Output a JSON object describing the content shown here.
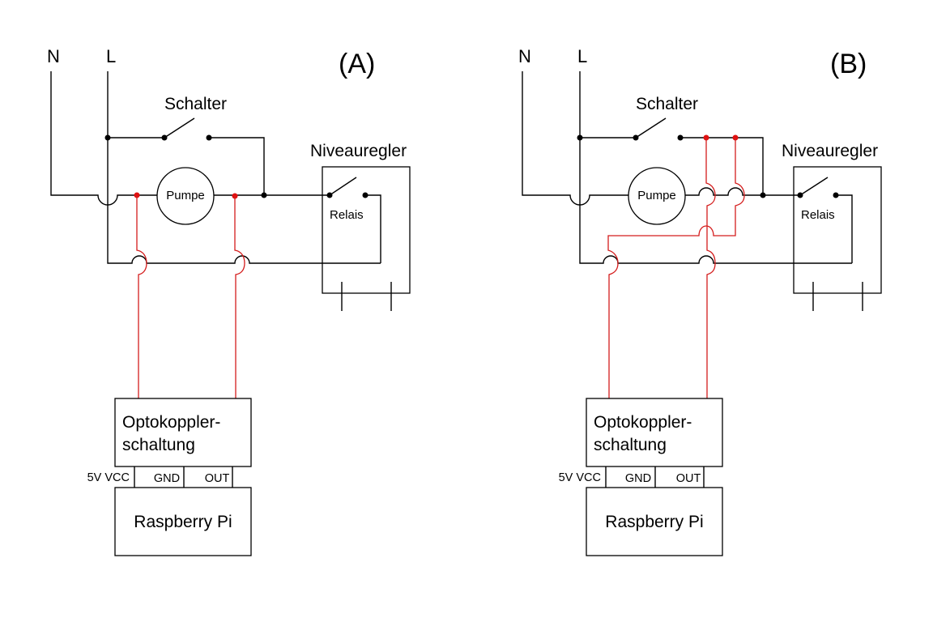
{
  "colors": {
    "wire": "#000000",
    "signal_wire": "#d41c1c",
    "signal_dot": "#e01010"
  },
  "panels": [
    {
      "panel_label": "(A)",
      "neutral": "N",
      "live": "L",
      "switch": "Schalter",
      "pump": "Pumpe",
      "level_controller": "Niveauregler",
      "relay": "Relais",
      "optocoupler_line1": "Optokoppler-",
      "optocoupler_line2": "schaltung",
      "pins": {
        "vcc": "5V VCC",
        "gnd": "GND",
        "out": "OUT"
      },
      "raspberry": "Raspberry Pi"
    },
    {
      "panel_label": "(B)",
      "neutral": "N",
      "live": "L",
      "switch": "Schalter",
      "pump": "Pumpe",
      "level_controller": "Niveauregler",
      "relay": "Relais",
      "optocoupler_line1": "Optokoppler-",
      "optocoupler_line2": "schaltung",
      "pins": {
        "vcc": "5V VCC",
        "gnd": "GND",
        "out": "OUT"
      },
      "raspberry": "Raspberry Pi"
    }
  ]
}
